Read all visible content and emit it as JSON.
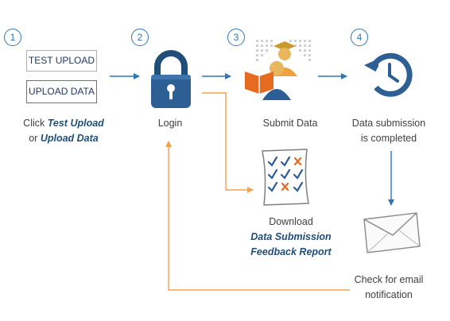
{
  "steps": {
    "step1": {
      "number": "1",
      "test_upload_button": "TEST UPLOAD",
      "upload_data_button": "UPLOAD DATA",
      "caption_prefix": "Click ",
      "caption_test": "Test Upload",
      "caption_or": "or ",
      "caption_upload": "Upload Data"
    },
    "step2": {
      "number": "2",
      "caption": "Login"
    },
    "step3": {
      "number": "3",
      "caption": "Submit Data"
    },
    "step4": {
      "number": "4",
      "caption_line1": "Data submission",
      "caption_line2": "is completed"
    }
  },
  "download": {
    "line1": "Download",
    "line2": "Data Submission",
    "line3": "Feedback Report"
  },
  "email": {
    "line1": "Check for email",
    "line2": "notification"
  },
  "colors": {
    "blue": "#2e75b6",
    "orange": "#f5a04a",
    "dark_blue": "#1f4e79"
  },
  "icons": [
    "padlock-icon",
    "people-with-book-icon",
    "clock-refresh-icon",
    "checklist-report-icon",
    "envelope-icon"
  ]
}
